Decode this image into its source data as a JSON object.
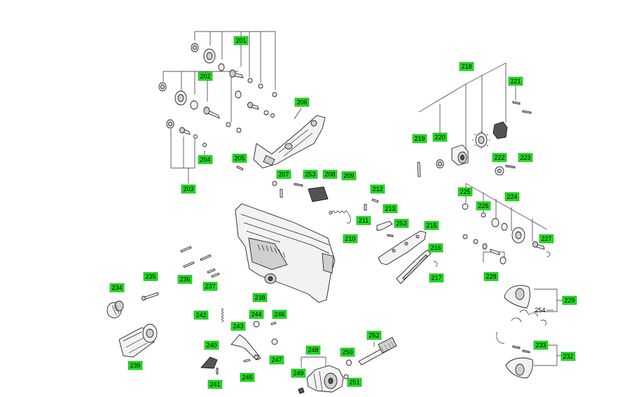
{
  "labels": {
    "l201": "201",
    "l202": "202",
    "l203": "203",
    "l204": "204",
    "l205": "205",
    "l206": "206",
    "l207": "207",
    "l208": "208",
    "l209": "209",
    "l210": "210",
    "l211": "211",
    "l212": "212",
    "l213": "213",
    "l215": "215",
    "l216": "216",
    "l217": "217",
    "l218": "218",
    "l219": "219",
    "l220": "220",
    "l221": "221",
    "l222": "222",
    "l223": "223",
    "l224": "224",
    "l225": "225",
    "l226": "226",
    "l227": "227",
    "l228": "228",
    "l229": "229",
    "l232": "232",
    "l233": "233",
    "l234": "234",
    "l235": "235",
    "l236": "236",
    "l237": "237",
    "l238": "238",
    "l239": "239",
    "l240": "240",
    "l241": "241",
    "l242": "242",
    "l243": "243",
    "l244": "244",
    "l245": "245",
    "l246": "246",
    "l247": "247",
    "l248": "248",
    "l249": "249",
    "l250": "250",
    "l251": "251",
    "l252": "252",
    "l253a": "253",
    "l253b": "253",
    "l254": "254"
  },
  "colors": {
    "label_fill": "#22dd22",
    "line": "#222222",
    "background": "#ffffff"
  }
}
